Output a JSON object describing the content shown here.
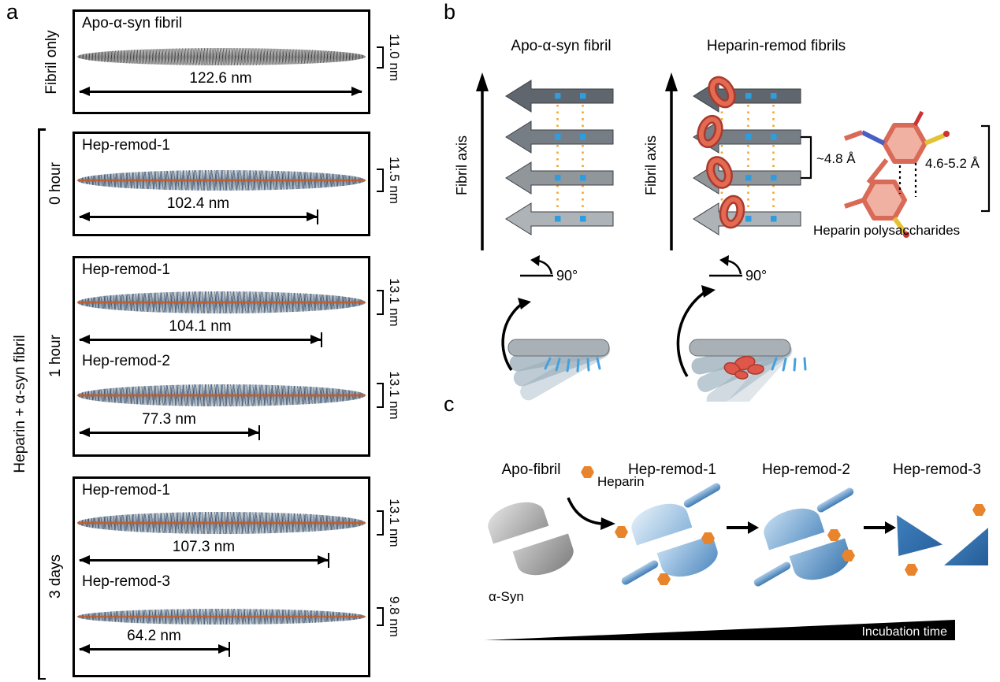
{
  "figure": {
    "a": "a",
    "b": "b",
    "c": "c"
  },
  "colors": {
    "accent_orange": "#e8842c",
    "heparin_red": "#e2574c",
    "steel_blue": "#3f7ab2",
    "dotted_orange": "#f5a623",
    "fibril_grey": "#8c8c8c"
  },
  "panel_a": {
    "side_label_top": "Fibril only",
    "side_label_bottom": "Heparin + α-syn fibril",
    "boxes": [
      {
        "time_label": "",
        "fibrils": [
          {
            "name": "Apo-α-syn fibril",
            "length": "122.6 nm",
            "width": "11.0 nm"
          }
        ]
      },
      {
        "time_label": "0 hour",
        "fibrils": [
          {
            "name": "Hep-remod-1",
            "length": "102.4 nm",
            "width": "11.5 nm"
          }
        ]
      },
      {
        "time_label": "1 hour",
        "fibrils": [
          {
            "name": "Hep-remod-1",
            "length": "104.1 nm",
            "width": "13.1 nm"
          },
          {
            "name": "Hep-remod-2",
            "length": "77.3 nm",
            "width": "13.1 nm"
          }
        ]
      },
      {
        "time_label": "3 days",
        "fibrils": [
          {
            "name": "Hep-remod-1",
            "length": "107.3 nm",
            "width": "13.1 nm"
          },
          {
            "name": "Hep-remod-3",
            "length": "64.2 nm",
            "width": "9.8 nm"
          }
        ]
      }
    ]
  },
  "panel_b": {
    "left_title": "Apo-α-syn fibril",
    "right_title": "Heparin-remod fibrils",
    "axis_label_left": "Fibril axis",
    "axis_label_right": "Fibril axis",
    "rise_label": "~4.8 Å",
    "spacing_label": "4.6-5.2 Å",
    "molecule_label": "Heparin polysaccharides",
    "rotation_left": "90°",
    "rotation_right": "90°"
  },
  "panel_c": {
    "stage_labels": [
      "Apo-fibril",
      "Hep-remod-1",
      "Hep-remod-2",
      "Hep-remod-3"
    ],
    "heparin_label": "Heparin",
    "asyn_label": "α-Syn",
    "timeline_label": "Incubation time"
  }
}
